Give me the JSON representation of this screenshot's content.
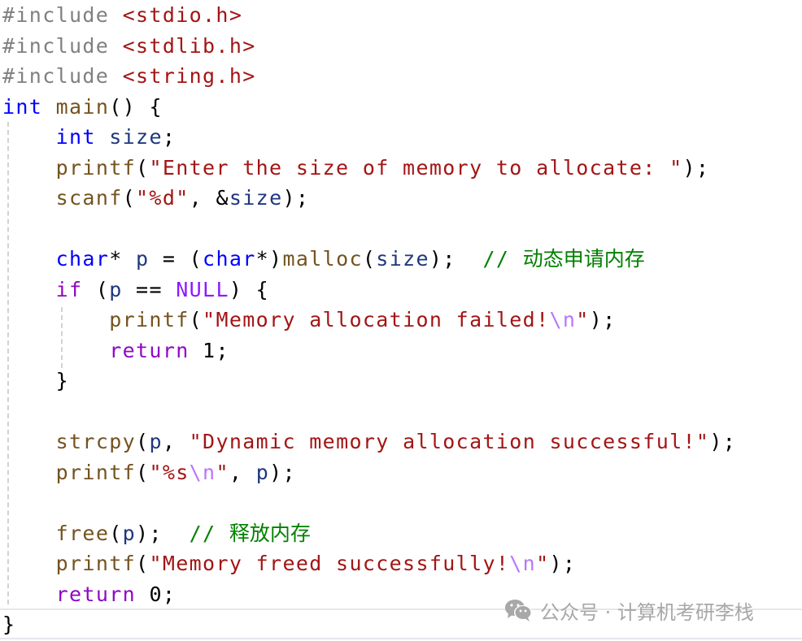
{
  "editor": {
    "language": "C",
    "colors": {
      "background": "#ffffff",
      "preprocessor": "#808080",
      "include_path": "#a31515",
      "type_keyword": "#0000ff",
      "control_keyword": "#8f08c4",
      "function": "#74531f",
      "variable": "#1f377f",
      "string": "#a31515",
      "escape": "#b776fb",
      "macro": "#8a1bff",
      "comment": "#008000",
      "current_line_border": "#e6e6ef",
      "indent_guide": "#d2d2d2"
    },
    "lines": [
      {
        "tokens": [
          {
            "t": "pre",
            "v": "#include "
          },
          {
            "t": "inc",
            "v": "<stdio.h>"
          }
        ]
      },
      {
        "tokens": [
          {
            "t": "pre",
            "v": "#include "
          },
          {
            "t": "inc",
            "v": "<stdlib.h>"
          }
        ]
      },
      {
        "tokens": [
          {
            "t": "pre",
            "v": "#include "
          },
          {
            "t": "inc",
            "v": "<string.h>"
          }
        ]
      },
      {
        "tokens": [
          {
            "t": "kw",
            "v": "int"
          },
          {
            "t": "plain",
            "v": " "
          },
          {
            "t": "fn",
            "v": "main"
          },
          {
            "t": "plain",
            "v": "() {"
          }
        ]
      },
      {
        "tokens": [
          {
            "t": "plain",
            "v": "    "
          },
          {
            "t": "kw",
            "v": "int"
          },
          {
            "t": "plain",
            "v": " "
          },
          {
            "t": "var",
            "v": "size"
          },
          {
            "t": "plain",
            "v": ";"
          }
        ]
      },
      {
        "tokens": [
          {
            "t": "plain",
            "v": "    "
          },
          {
            "t": "fn",
            "v": "printf"
          },
          {
            "t": "plain",
            "v": "("
          },
          {
            "t": "str",
            "v": "\"Enter the size of memory to allocate: \""
          },
          {
            "t": "plain",
            "v": ");"
          }
        ]
      },
      {
        "tokens": [
          {
            "t": "plain",
            "v": "    "
          },
          {
            "t": "fn",
            "v": "scanf"
          },
          {
            "t": "plain",
            "v": "("
          },
          {
            "t": "str",
            "v": "\"%d\""
          },
          {
            "t": "plain",
            "v": ", &"
          },
          {
            "t": "var",
            "v": "size"
          },
          {
            "t": "plain",
            "v": ");"
          }
        ]
      },
      {
        "tokens": []
      },
      {
        "tokens": [
          {
            "t": "plain",
            "v": "    "
          },
          {
            "t": "kw",
            "v": "char"
          },
          {
            "t": "plain",
            "v": "* "
          },
          {
            "t": "var",
            "v": "p"
          },
          {
            "t": "plain",
            "v": " = ("
          },
          {
            "t": "kw",
            "v": "char"
          },
          {
            "t": "plain",
            "v": "*)"
          },
          {
            "t": "fn",
            "v": "malloc"
          },
          {
            "t": "plain",
            "v": "("
          },
          {
            "t": "var",
            "v": "size"
          },
          {
            "t": "plain",
            "v": ");  "
          },
          {
            "t": "cmt-slash",
            "v": "// "
          },
          {
            "t": "cmt",
            "v": "动态申请内存"
          }
        ]
      },
      {
        "tokens": [
          {
            "t": "plain",
            "v": "    "
          },
          {
            "t": "ctl",
            "v": "if"
          },
          {
            "t": "plain",
            "v": " ("
          },
          {
            "t": "var",
            "v": "p"
          },
          {
            "t": "plain",
            "v": " == "
          },
          {
            "t": "mac",
            "v": "NULL"
          },
          {
            "t": "plain",
            "v": ") {"
          }
        ]
      },
      {
        "tokens": [
          {
            "t": "plain",
            "v": "        "
          },
          {
            "t": "fn",
            "v": "printf"
          },
          {
            "t": "plain",
            "v": "("
          },
          {
            "t": "str",
            "v": "\"Memory allocation failed!"
          },
          {
            "t": "esc",
            "v": "\\n"
          },
          {
            "t": "str",
            "v": "\""
          },
          {
            "t": "plain",
            "v": ");"
          }
        ]
      },
      {
        "tokens": [
          {
            "t": "plain",
            "v": "        "
          },
          {
            "t": "ctl",
            "v": "return"
          },
          {
            "t": "plain",
            "v": " "
          },
          {
            "t": "num",
            "v": "1"
          },
          {
            "t": "plain",
            "v": ";"
          }
        ]
      },
      {
        "tokens": [
          {
            "t": "plain",
            "v": "    }"
          }
        ]
      },
      {
        "tokens": []
      },
      {
        "tokens": [
          {
            "t": "plain",
            "v": "    "
          },
          {
            "t": "fn",
            "v": "strcpy"
          },
          {
            "t": "plain",
            "v": "("
          },
          {
            "t": "var",
            "v": "p"
          },
          {
            "t": "plain",
            "v": ", "
          },
          {
            "t": "str",
            "v": "\"Dynamic memory allocation successful!\""
          },
          {
            "t": "plain",
            "v": ");"
          }
        ]
      },
      {
        "tokens": [
          {
            "t": "plain",
            "v": "    "
          },
          {
            "t": "fn",
            "v": "printf"
          },
          {
            "t": "plain",
            "v": "("
          },
          {
            "t": "str",
            "v": "\"%s"
          },
          {
            "t": "esc",
            "v": "\\n"
          },
          {
            "t": "str",
            "v": "\""
          },
          {
            "t": "plain",
            "v": ", "
          },
          {
            "t": "var",
            "v": "p"
          },
          {
            "t": "plain",
            "v": ");"
          }
        ]
      },
      {
        "tokens": []
      },
      {
        "tokens": [
          {
            "t": "plain",
            "v": "    "
          },
          {
            "t": "fn",
            "v": "free"
          },
          {
            "t": "plain",
            "v": "("
          },
          {
            "t": "var",
            "v": "p"
          },
          {
            "t": "plain",
            "v": ");  "
          },
          {
            "t": "cmt-slash",
            "v": "// "
          },
          {
            "t": "cmt",
            "v": "释放内存"
          }
        ]
      },
      {
        "tokens": [
          {
            "t": "plain",
            "v": "    "
          },
          {
            "t": "fn",
            "v": "printf"
          },
          {
            "t": "plain",
            "v": "("
          },
          {
            "t": "str",
            "v": "\"Memory freed successfully!"
          },
          {
            "t": "esc",
            "v": "\\n"
          },
          {
            "t": "str",
            "v": "\""
          },
          {
            "t": "plain",
            "v": ");"
          }
        ]
      },
      {
        "tokens": [
          {
            "t": "plain",
            "v": "    "
          },
          {
            "t": "ctl",
            "v": "return"
          },
          {
            "t": "plain",
            "v": " "
          },
          {
            "t": "num",
            "v": "0"
          },
          {
            "t": "plain",
            "v": ";"
          }
        ]
      },
      {
        "tokens": [
          {
            "t": "plain",
            "v": "}"
          }
        ]
      }
    ],
    "current_line_index": 20
  },
  "watermark": {
    "icon": "wechat-icon",
    "text": "公众号 · 计算机考研李栈"
  }
}
